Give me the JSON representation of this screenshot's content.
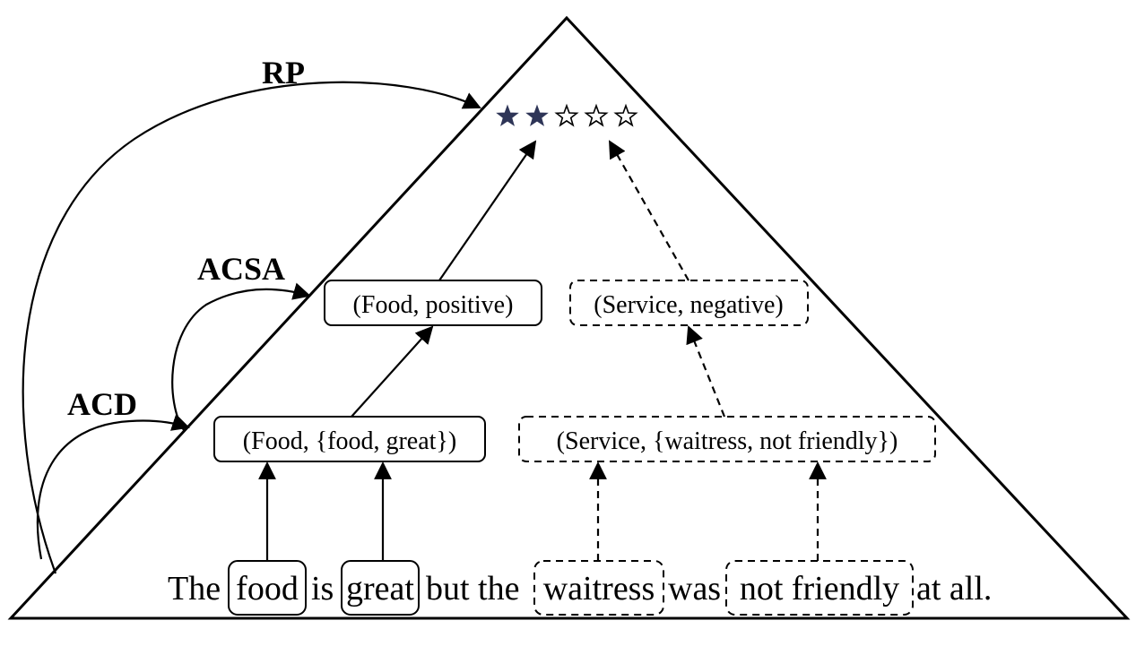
{
  "tasks": {
    "rp": "RP",
    "acsa": "ACSA",
    "acd": "ACD"
  },
  "rating": {
    "filled": 2,
    "total": 5,
    "filled_color": "#2e3557"
  },
  "pair_positive": "(Food, positive)",
  "pair_negative": "(Service, negative)",
  "triple_positive": "(Food, {food, great})",
  "triple_negative": "(Service, {waitress, not friendly})",
  "sentence": {
    "the": "The",
    "food": "food",
    "is": "is",
    "great": "great",
    "but_the": "but the",
    "waitress": "waitress",
    "was": "was",
    "not_friendly": "not friendly",
    "at_all": "at all."
  }
}
